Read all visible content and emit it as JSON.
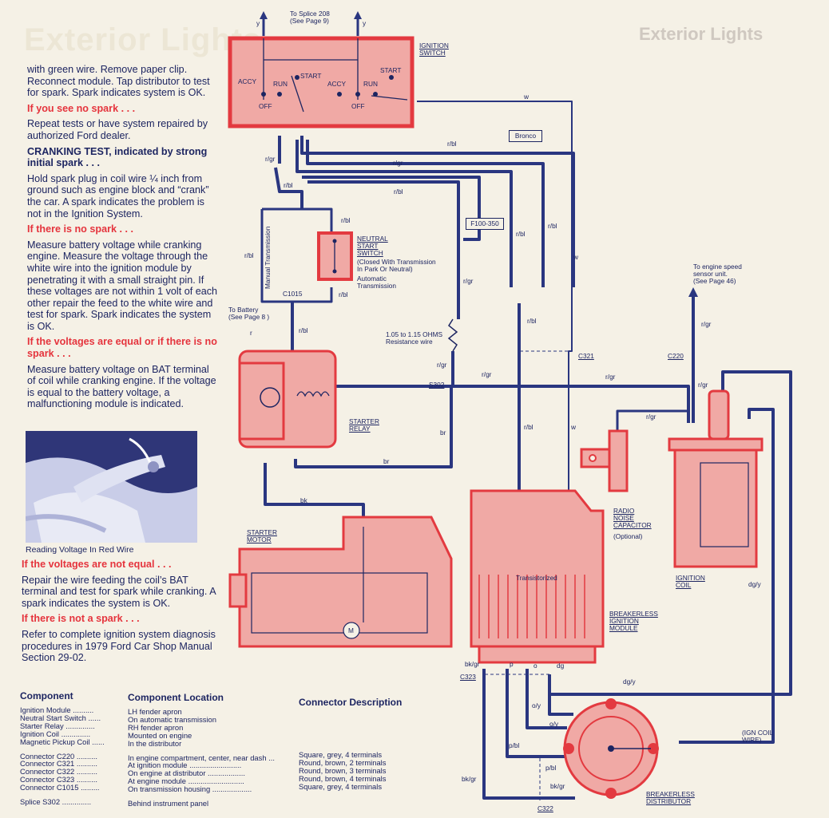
{
  "bg_ghost": {
    "title": "Exterior Lights",
    "title2": "Exterior Lights"
  },
  "left_text": [
    {
      "type": "normal",
      "text": "with green wire. Remove paper clip. Reconnect module. Tap distributor to test for spark. Spark indicates system is OK."
    },
    {
      "type": "red",
      "text": "If you see no spark . . ."
    },
    {
      "type": "normal",
      "text": "Repeat tests or have system repaired by authorized Ford dealer."
    },
    {
      "type": "bold",
      "text": "CRANKING TEST, indicated by strong initial spark . . ."
    },
    {
      "type": "normal",
      "text": "Hold spark plug in coil wire ¼ inch from ground such as engine block and “crank” the car. A spark indicates the problem is not in the Ignition System."
    },
    {
      "type": "red",
      "text": "If there is no spark . . ."
    },
    {
      "type": "normal",
      "text": "Measure battery voltage while cranking engine. Measure the voltage through the white wire into the ignition module by penetrating it with a small straight pin. If these voltages are not within 1 volt of each other repair the feed to the white wire and test for spark. Spark indicates the system is OK."
    },
    {
      "type": "red",
      "text": "If the voltages are equal or if there is no spark . . ."
    },
    {
      "type": "normal",
      "text": "Measure battery voltage on BAT terminal of coil while cranking engine. If the voltage is equal to the battery voltage, a malfunctioning module is indicated."
    }
  ],
  "photo_caption": "Reading Voltage In Red Wire",
  "left_text2": [
    {
      "type": "red",
      "text": "If the voltages are not equal . . ."
    },
    {
      "type": "normal",
      "text": "Repair the wire feeding the coil’s BAT terminal and test for spark while cranking. A spark indicates the system is OK."
    },
    {
      "type": "red",
      "text": "If there is not a spark . . ."
    },
    {
      "type": "normal",
      "text": "Refer to complete ignition system diagnosis procedures in 1979 Ford Car Shop Manual Section 29-02."
    }
  ],
  "table": {
    "h_component": "Component",
    "h_location": "Component Location",
    "h_connector": "Connector Description",
    "components": [
      "Ignition Module ..........",
      "Neutral Start Switch ......",
      "Starter Relay ..............",
      "Ignition Coil ..............",
      "Magnetic Pickup Coil ......"
    ],
    "locations": [
      "LH fender apron",
      "On automatic transmission",
      "RH fender apron",
      "Mounted on engine",
      "In the distributor"
    ],
    "connectors": [
      "Connector C220 ..........",
      "Connector C321 ..........",
      "Connector C322 ..........",
      "Connector C323 ..........",
      "Connector C1015 ........."
    ],
    "connector_locations": [
      "In engine compartment, center, near dash ...",
      "At ignition module .........................",
      "On engine at distributor ..................",
      "At engine module ...........................",
      "On transmission housing ..................."
    ],
    "connector_desc": [
      "Square, grey, 4 terminals",
      "Round, brown, 2 terminals",
      "Round, brown, 3 terminals",
      "Round, brown, 4 terminals",
      "Square, grey, 4 terminals"
    ],
    "splice": "Splice S302 ..............",
    "splice_location": "Behind instrument panel"
  },
  "diagram": {
    "to_splice": "To Splice 208",
    "see_page9": "(See Page 9)",
    "y": "y",
    "ignition_switch": "IGNITION",
    "ignition_switch2": "SWITCH",
    "accy": "ACCY",
    "run": "RUN",
    "start": "START",
    "off": "OFF",
    "w": "w",
    "r_bl": "r/bl",
    "r_gr": "r/gr",
    "bronco": "Bronco",
    "f100": "F100-350",
    "manual_trans": "Manual Transmission",
    "neutral_start": "NEUTRAL",
    "neutral_start2": "START",
    "neutral_start3": "SWITCH",
    "closed_with": "(Closed With Transmission",
    "in_park": "In Park Or Neutral)",
    "automatic": "Automatic",
    "transmission": "Transmission",
    "c1015": "C1015",
    "to_battery": "To Battery",
    "see_page8": "(See Page 8 )",
    "r": "r",
    "ohms": "1.05 to 1.15 OHMS",
    "resistance": "Resistance wire",
    "s302": "S302",
    "c321": "C321",
    "c220": "C220",
    "to_engine": "To engine speed",
    "sensor": "sensor unit.",
    "see_page46": "(See Page 46)",
    "starter_relay": "STARTER",
    "starter_relay2": "RELAY",
    "br": "br",
    "bk": "bk",
    "starter_motor": "STARTER",
    "starter_motor2": "MOTOR",
    "m": "M",
    "radio": "RADIO",
    "radio2": "NOISE",
    "radio3": "CAPACITOR",
    "optional": "(Optional)",
    "transistorized": "Transistorized",
    "breakerless_module": "BREAKERLESS",
    "breakerless_module2": "IGNITION",
    "breakerless_module3": "MODULE",
    "ignition_coil": "IGNITION",
    "ignition_coil2": "COIL",
    "dg_y": "dg/y",
    "bk_gr": "bk/gr",
    "c323": "C323",
    "p": "p",
    "o": "o",
    "dg": "dg",
    "o_y": "o/y",
    "p_bl": "p/bl",
    "c322": "C322",
    "ign_coil_wire": "(IGN COIL",
    "ign_coil_wire2": "WIRE)",
    "breakerless_dist": "BREAKERLESS",
    "breakerless_dist2": "DISTRIBUTOR"
  },
  "colors": {
    "red_fill": "#f0a9a5",
    "red_stroke": "#e33a40",
    "wire": "#2a3680",
    "text": "#1d2561",
    "red_text": "#e5343d",
    "paper": "#f5f1e6"
  }
}
